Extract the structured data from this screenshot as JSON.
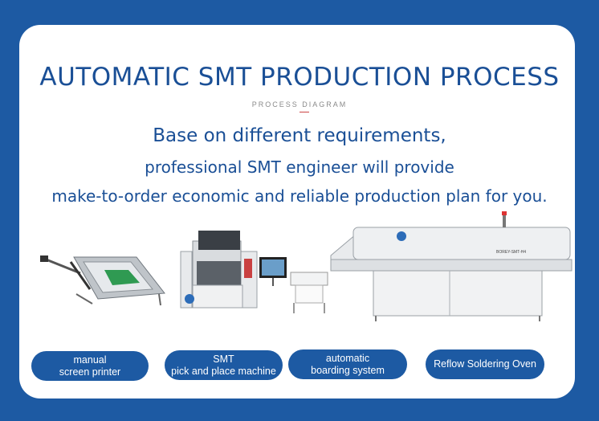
{
  "header": {
    "title": "AUTOMATIC SMT PRODUCTION PROCESS",
    "subtitle": "PROCESS DIAGRAM"
  },
  "intro": {
    "line1": "Base on different requirements,",
    "line2": "professional SMT engineer will provide",
    "line3": "make-to-order  economic and reliable production plan for you."
  },
  "machines": [
    {
      "label_line1": "manual",
      "label_line2": "screen printer"
    },
    {
      "label_line1": "SMT",
      "label_line2": "pick and place machine"
    },
    {
      "label_line1": "automatic",
      "label_line2": "boarding system"
    },
    {
      "label_line1": "Reflow Soldering Oven",
      "label_line2": ""
    }
  ],
  "oven_badge": "BOREY-SMT-H4",
  "colors": {
    "background": "#1d5aa3",
    "card": "#ffffff",
    "title_text": "#1a4f96",
    "pill": "#1d5aa3"
  }
}
